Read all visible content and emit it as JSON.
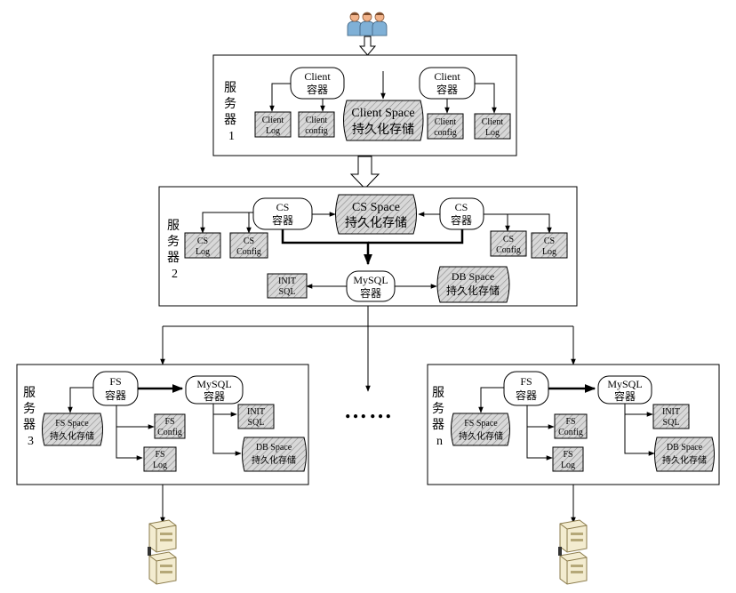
{
  "servers": {
    "s1": {
      "label": [
        "服",
        "务",
        "器",
        "1"
      ]
    },
    "s2": {
      "label": [
        "服",
        "务",
        "器",
        "2"
      ]
    },
    "s3": {
      "label": [
        "服",
        "务",
        "器",
        "3"
      ]
    },
    "sn": {
      "label": [
        "服",
        "务",
        "器",
        "n"
      ]
    }
  },
  "s1": {
    "client_left": [
      "Client",
      "容器"
    ],
    "client_right": [
      "Client",
      "容器"
    ],
    "client_log_left": [
      "Client",
      "Log"
    ],
    "client_config_left": [
      "Client",
      "config"
    ],
    "client_space": [
      "Client Space",
      "持久化存储"
    ],
    "client_config_right": [
      "Client",
      "config"
    ],
    "client_log_right": [
      "Client",
      "Log"
    ]
  },
  "s2": {
    "cs_left": [
      "CS",
      "容器"
    ],
    "cs_right": [
      "CS",
      "容器"
    ],
    "cs_space": [
      "CS Space",
      "持久化存储"
    ],
    "cs_log_left": [
      "CS",
      "Log"
    ],
    "cs_config_left": [
      "CS",
      "Config"
    ],
    "cs_config_right": [
      "CS",
      "Config"
    ],
    "cs_log_right": [
      "CS",
      "Log"
    ],
    "mysql": [
      "MySQL",
      "容器"
    ],
    "init_sql": [
      "INIT",
      "SQL"
    ],
    "db_space": [
      "DB Space",
      "持久化存储"
    ]
  },
  "s3": {
    "fs": [
      "FS",
      "容器"
    ],
    "mysql": [
      "MySQL",
      "容器"
    ],
    "fs_space": [
      "FS Space",
      "持久化存储"
    ],
    "fs_config": [
      "FS",
      "Config"
    ],
    "fs_log": [
      "FS",
      "Log"
    ],
    "init_sql": [
      "INIT",
      "SQL"
    ],
    "db_space": [
      "DB Space",
      "持久化存储"
    ]
  },
  "sn": {
    "fs": [
      "FS",
      "容器"
    ],
    "mysql": [
      "MySQL",
      "容器"
    ],
    "fs_space": [
      "FS Space",
      "持久化存储"
    ],
    "fs_config": [
      "FS",
      "Config"
    ],
    "fs_log": [
      "FS",
      "Log"
    ],
    "init_sql": [
      "INIT",
      "SQL"
    ],
    "db_space": [
      "DB Space",
      "持久化存储"
    ]
  },
  "ellipsis": "……",
  "icons": {
    "users": "users-icon",
    "server_left": "server-stack-icon",
    "server_right": "server-stack-icon"
  },
  "colors": {
    "user_body": "#7fb0d6",
    "user_head": "#f2b38a",
    "server_case": "#f3ecd0",
    "server_edge": "#8a7a4a"
  }
}
